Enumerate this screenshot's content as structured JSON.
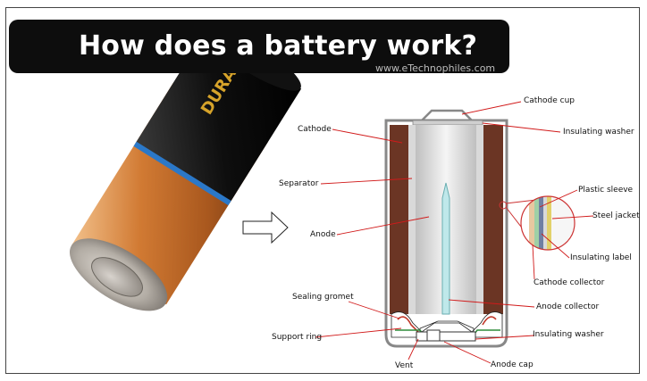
{
  "header": {
    "title": "How does a battery work?",
    "website": "www.eTechnophiles.com"
  },
  "battery_photo": {
    "brand_text": "DURACELL"
  },
  "diagram": {
    "labels": {
      "cathode_cup": "Cathode cup",
      "cathode": "Cathode",
      "insulating_washer_top": "Insulating washer",
      "separator": "Separator",
      "plastic_sleeve": "Plastic sleeve",
      "steel_jacket": "Steel jacket",
      "anode": "Anode",
      "insulating_label": "Insulating label",
      "cathode_collector": "Cathode collector",
      "sealing_gromet": "Sealing gromet",
      "anode_collector": "Anode collector",
      "support_ring": "Support ring",
      "insulating_washer_bottom": "Insulating washer",
      "vent": "Vent",
      "anode_cap": "Anode cap"
    }
  },
  "colors": {
    "title_bg": "#0d0d0d",
    "cathode": "#6b3524",
    "leader_line": "#d11a1a",
    "battery_copper": "#c4722c"
  }
}
